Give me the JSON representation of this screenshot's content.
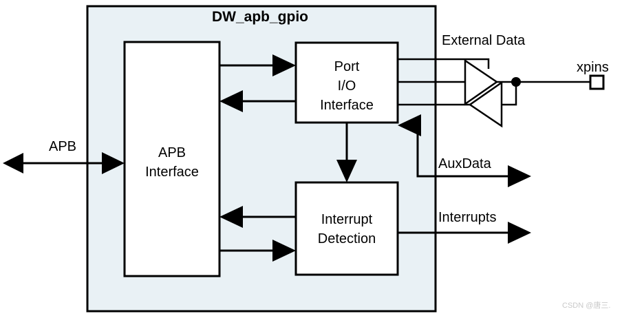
{
  "diagram": {
    "title": "DW_apb_gpio",
    "type": "block-diagram",
    "colors": {
      "container_fill": "#e9f1f5",
      "block_fill": "#ffffff",
      "line": "#000000",
      "background": "#ffffff",
      "watermark": "#c9c9c9"
    },
    "container": {
      "label": "DW_apb_gpio"
    },
    "blocks": [
      {
        "id": "apb-interface",
        "lines": [
          "APB",
          "Interface"
        ],
        "line1": "APB",
        "line2": "Interface"
      },
      {
        "id": "port-io-interface",
        "lines": [
          "Port",
          "I/O",
          "Interface"
        ],
        "line1": "Port",
        "line2": "I/O",
        "line3": "Interface"
      },
      {
        "id": "interrupt-detection",
        "lines": [
          "Interrupt",
          "Detection"
        ],
        "line1": "Interrupt",
        "line2": "Detection"
      }
    ],
    "signals": [
      {
        "id": "apb-bus",
        "label": "APB",
        "direction": "bidirectional"
      },
      {
        "id": "external-data",
        "label": "External Data",
        "direction": "bidirectional"
      },
      {
        "id": "xpins",
        "label": "xpins",
        "direction": "bidirectional"
      },
      {
        "id": "aux-data",
        "label": "AuxData",
        "direction": "output"
      },
      {
        "id": "interrupts",
        "label": "Interrupts",
        "direction": "output"
      }
    ],
    "labels": {
      "apb": "APB",
      "external_data": "External Data",
      "xpins": "xpins",
      "aux_data": "AuxData",
      "interrupts": "Interrupts"
    },
    "watermark": "CSDN @唐三."
  }
}
